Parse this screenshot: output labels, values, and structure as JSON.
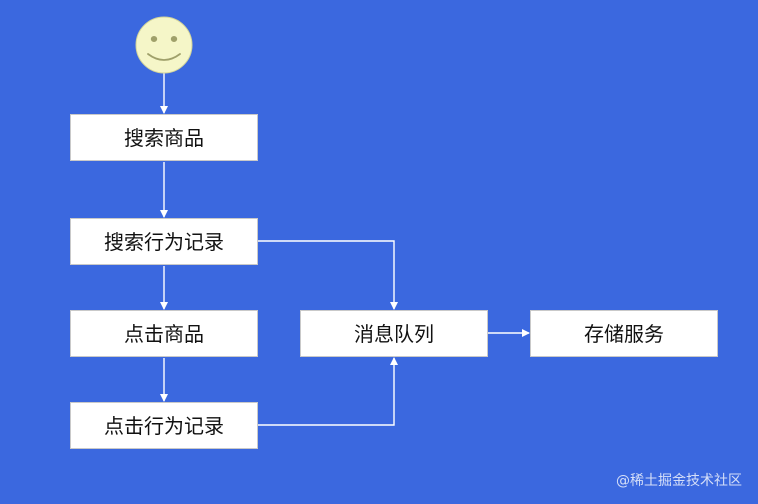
{
  "diagram": {
    "nodes": {
      "search_goods": "搜索商品",
      "search_log": "搜索行为记录",
      "click_goods": "点击商品",
      "click_log": "点击行为记录",
      "message_queue": "消息队列",
      "storage_service": "存储服务"
    },
    "watermark": "@稀土掘金技术社区"
  },
  "colors": {
    "background": "#3B68DF",
    "node_fill": "#FFFFFF",
    "connector": "#FFFFFF",
    "smiley_fill": "#F5F6C8"
  },
  "icons": {
    "actor": "smiley-face-icon"
  }
}
